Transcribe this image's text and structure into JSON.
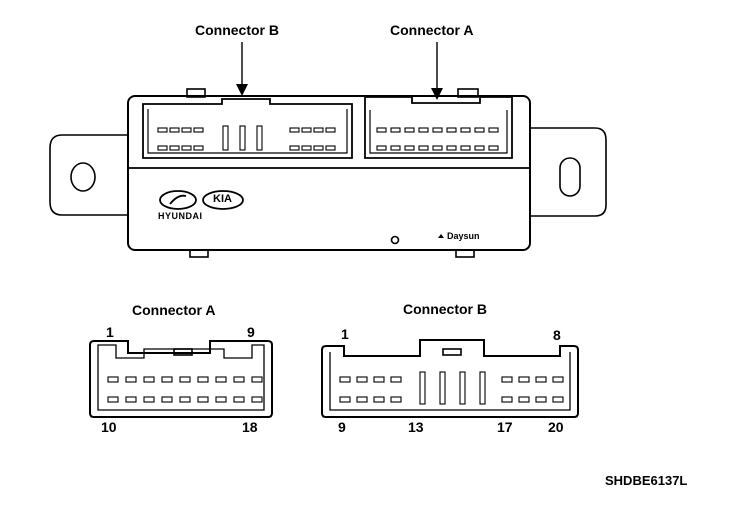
{
  "top_labels": {
    "connector_b": "Connector B",
    "connector_a": "Connector A"
  },
  "module": {
    "brand_hyundai": "HYUNDAI",
    "brand_kia": "KIA",
    "maker": "Daysun"
  },
  "connector_a_detail": {
    "title": "Connector A",
    "pin_top_left": "1",
    "pin_top_right": "9",
    "pin_bottom_left": "10",
    "pin_bottom_right": "18"
  },
  "connector_b_detail": {
    "title": "Connector B",
    "pin_top_left": "1",
    "pin_top_right": "8",
    "pin_bottom_left": "9",
    "pin_bottom_mid1": "13",
    "pin_bottom_mid2": "17",
    "pin_bottom_right": "20"
  },
  "figure_code": "SHDBE6137L",
  "colors": {
    "line": "#000000",
    "background": "#ffffff"
  }
}
